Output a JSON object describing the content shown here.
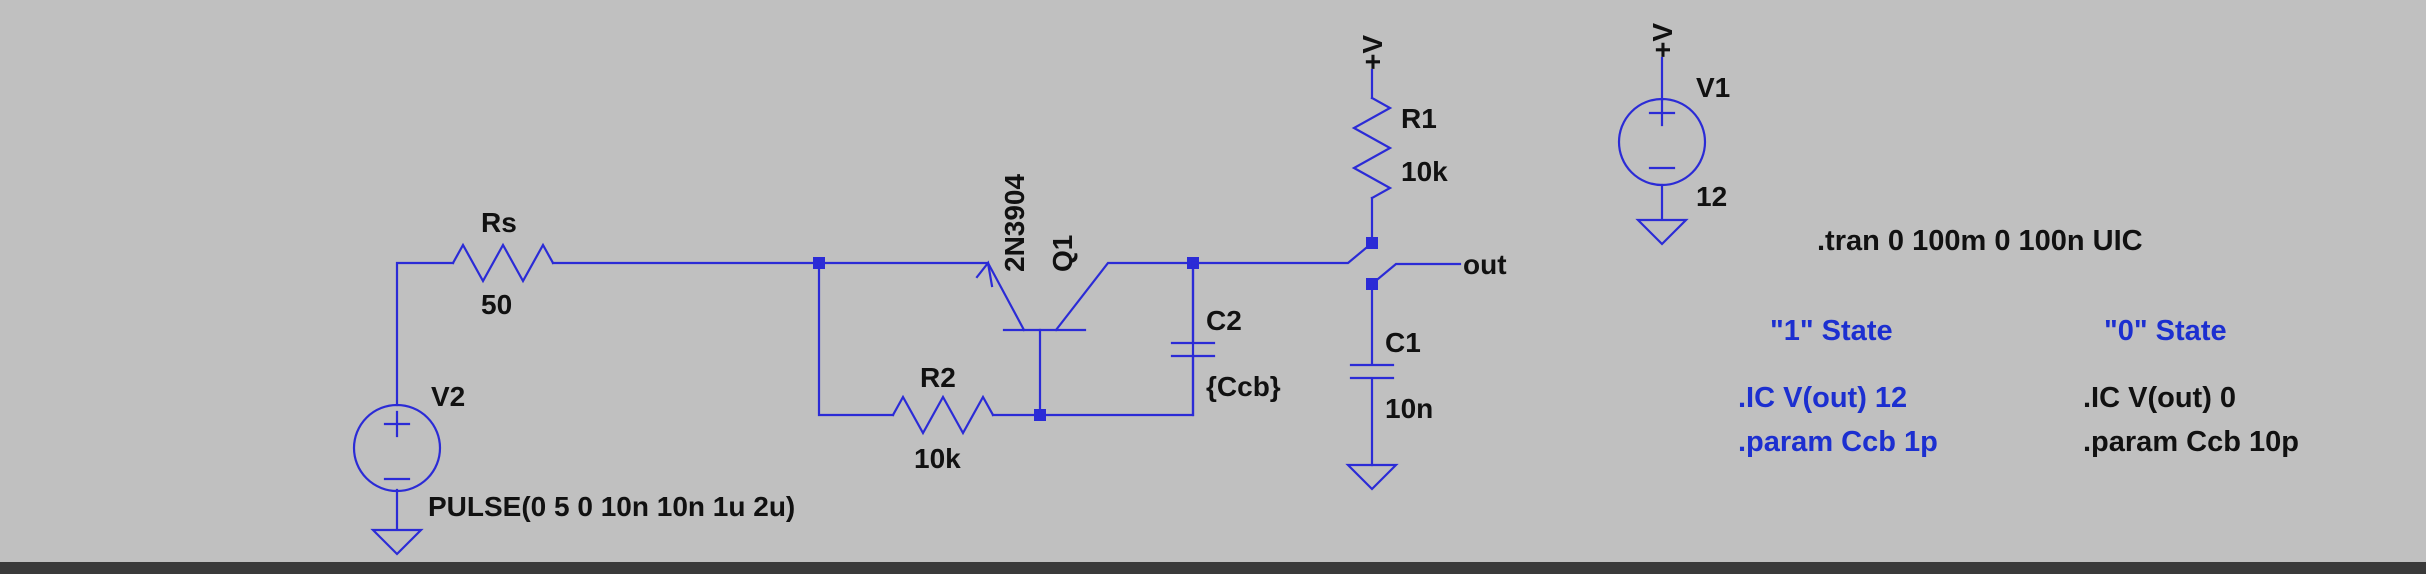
{
  "components": {
    "rs": {
      "name": "Rs",
      "value": "50"
    },
    "r1": {
      "name": "R1",
      "value": "10k"
    },
    "r2": {
      "name": "R2",
      "value": "10k"
    },
    "c1": {
      "name": "C1",
      "value": "10n"
    },
    "c2": {
      "name": "C2",
      "value": "{Ccb}"
    },
    "q1": {
      "name": "Q1",
      "model": "2N3904"
    },
    "v1": {
      "name": "V1",
      "value": "12"
    },
    "v2": {
      "name": "V2",
      "value": "PULSE(0 5 0 10n 10n 1u 2u)"
    }
  },
  "net_labels": {
    "vplus_r1": "+V",
    "vplus_v1": "+V",
    "out": "out"
  },
  "directives": {
    "tran": ".tran 0 100m 0 100n UIC",
    "state1": {
      "title": "\"1\" State",
      "ic": ".IC V(out) 12",
      "param": ".param Ccb 1p"
    },
    "state0": {
      "title": "\"0\" State",
      "ic": ".IC V(out) 0",
      "param": ".param Ccb 10p"
    }
  },
  "colors": {
    "background": "#c0c0c0",
    "wire": "#2b2bd6",
    "label": "#111111",
    "directive_active": "#1c2fd0",
    "directive_inactive": "#111111",
    "statusbar": "#3a3a3a"
  }
}
